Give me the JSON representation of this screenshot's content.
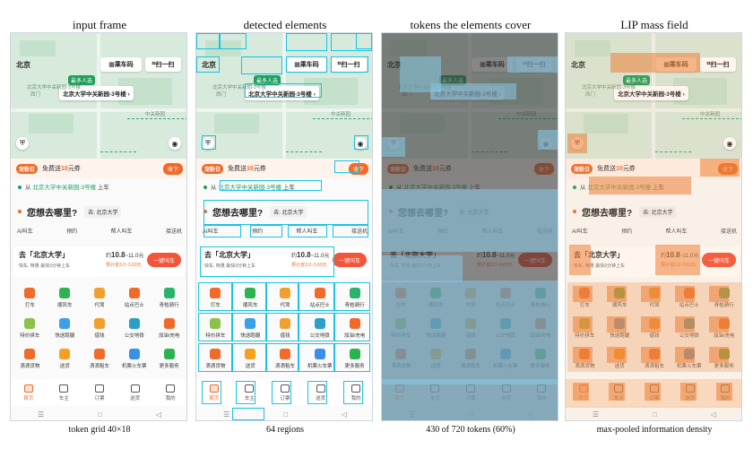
{
  "panels": [
    {
      "title": "input frame",
      "caption": "token grid 40×18"
    },
    {
      "title": "detected elements",
      "caption": "64 regions"
    },
    {
      "title": "tokens the elements cover",
      "caption": "430 of 720 tokens (60%)"
    },
    {
      "title": "LIP mass field",
      "caption": "max-pooled information density"
    }
  ],
  "app": {
    "city": "北京",
    "scan_button": "乘车码",
    "sweep_button": "扫一扫",
    "board_tag": "最多人选",
    "pickup_label": "北京大学中关新园-3号楼 ›",
    "map_labels": [
      "北京大学中关新园-3号楼",
      "西门",
      "北京大学",
      "中关新园"
    ],
    "promo": {
      "logo": "宠粉日",
      "text_prefix": "免费送",
      "text_highlight": "10",
      "text_suffix": "元券",
      "button": "收下"
    },
    "from": {
      "prefix": "从",
      "place": "北京大学中关新园-3号楼",
      "suffix": "上车"
    },
    "where_question": "您想去哪里?",
    "where_target": "去: 北京大学",
    "modes": [
      "AI叫车",
      "预约",
      "帮人叫车",
      "接送机"
    ],
    "destination": {
      "title": "去「北京大学」",
      "sub": "快车, 特惠  最快3分钟上车",
      "price_prefix": "约",
      "price": "10.8",
      "price_suffix": "~11.0元",
      "saving": "预计省3.0~3.60元",
      "cta": "一键叫车"
    },
    "services": [
      {
        "label": "打车",
        "icon": "car-icon",
        "color": "#f06a2a"
      },
      {
        "label": "顺风车",
        "icon": "ride-share-icon",
        "color": "#2bb34f"
      },
      {
        "label": "代驾",
        "icon": "chauffeur-icon",
        "color": "#f0a030"
      },
      {
        "label": "站点巴士",
        "icon": "bus-stop-icon",
        "color": "#f06a2a"
      },
      {
        "label": "青桔骑行",
        "icon": "bike-icon",
        "color": "#28b46a"
      },
      {
        "label": "特价拼车",
        "icon": "carpool-icon",
        "color": "#8bc34a"
      },
      {
        "label": "快送跑腿",
        "icon": "delivery-icon",
        "color": "#3aa0e8"
      },
      {
        "label": "借钱",
        "icon": "loan-icon",
        "color": "#f0a030"
      },
      {
        "label": "公交地铁",
        "icon": "metro-icon",
        "color": "#2aa0c8"
      },
      {
        "label": "加油/充电",
        "icon": "fuel-icon",
        "color": "#f06a2a"
      },
      {
        "label": "滴滴货物",
        "icon": "cargo-icon",
        "color": "#f06a2a"
      },
      {
        "label": "送货",
        "icon": "parcel-icon",
        "color": "#f4a020"
      },
      {
        "label": "滴滴租车",
        "icon": "rental-icon",
        "color": "#f06a2a"
      },
      {
        "label": "机票火车票",
        "icon": "ticket-icon",
        "color": "#3a8fe8"
      },
      {
        "label": "更多服务",
        "icon": "more-icon",
        "color": "#2bb34f"
      }
    ],
    "tabs": [
      {
        "label": "首页",
        "icon": "home-icon",
        "active": true
      },
      {
        "label": "车主",
        "icon": "driver-icon",
        "active": false
      },
      {
        "label": "订票",
        "icon": "ticket-tab-icon",
        "active": false
      },
      {
        "label": "送货",
        "icon": "truck-icon",
        "active": false
      },
      {
        "label": "我的",
        "icon": "profile-icon",
        "active": false
      }
    ],
    "system_nav": [
      "☰",
      "□",
      "◁"
    ]
  }
}
